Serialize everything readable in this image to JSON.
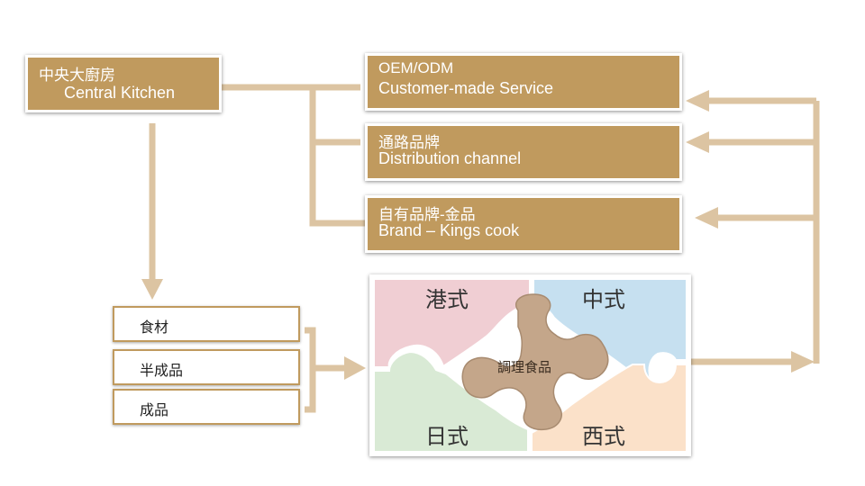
{
  "central_kitchen": {
    "zh": "中央大廚房",
    "en": "Central Kitchen"
  },
  "services": [
    {
      "zh": "OEM/ODM",
      "en": "Customer-made Service"
    },
    {
      "zh": "通路品牌",
      "en": "Distribution channel"
    },
    {
      "zh": "自有品牌-金品",
      "en": "Brand – Kings cook"
    }
  ],
  "ingredients": [
    "食材",
    "半成品",
    "成品"
  ],
  "puzzle": {
    "center": "調理食品",
    "top_left": "港式",
    "top_right": "中式",
    "bottom_left": "日式",
    "bottom_right": "西式"
  },
  "colors": {
    "gold": "#c09a5e",
    "connector": "#dcc4a2",
    "pink": "#f0ced3",
    "blue": "#c6e0f0",
    "green": "#d9ead5",
    "peach": "#fbe1c9",
    "center": "#c4a68a"
  }
}
